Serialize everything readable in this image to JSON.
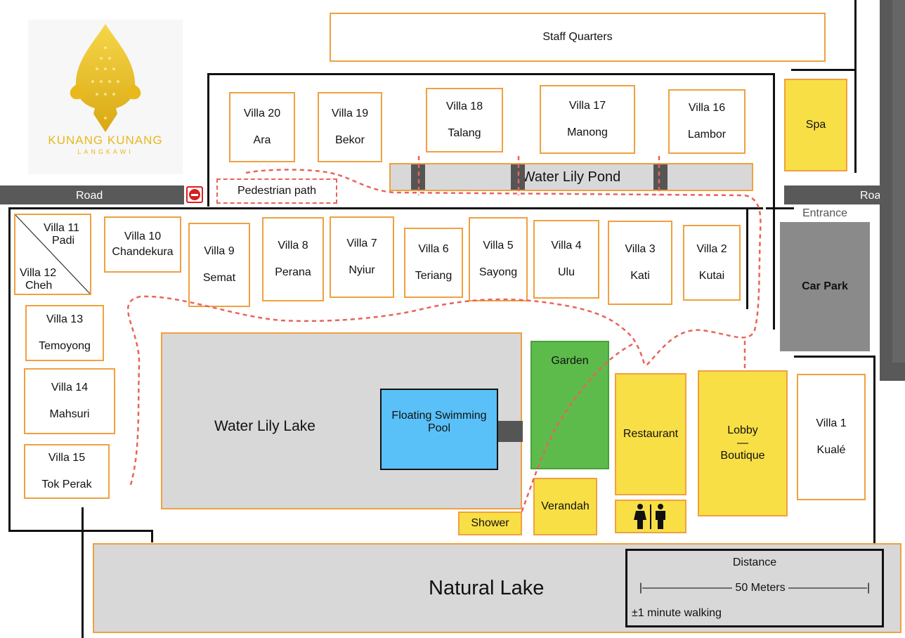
{
  "logo": {
    "name": "KUNANG KUNANG",
    "tagline": "LANGKAWI"
  },
  "buildings": {
    "staff_quarters": "Staff Quarters",
    "spa": "Spa",
    "entrance": "Entrance",
    "car_park": "Car Park",
    "garden": "Garden",
    "restaurant": "Restaurant",
    "lobby": "Lobby",
    "lobby_dash": "—",
    "boutique": "Boutique",
    "verandah": "Verandah",
    "shower": "Shower",
    "floating_pool": "Floating Swimming Pool",
    "water_lily_pond": "Water Lily Pond",
    "water_lily_lake": "Water Lily Lake",
    "natural_lake": "Natural Lake",
    "pedestrian_path": "Pedestrian path"
  },
  "roads": {
    "left": "Road",
    "right": "Road"
  },
  "villas": {
    "v1": {
      "name": "Villa 1",
      "sub": "Kualé"
    },
    "v2": {
      "name": "Villa 2",
      "sub": "Kutai"
    },
    "v3": {
      "name": "Villa 3",
      "sub": "Kati"
    },
    "v4": {
      "name": "Villa 4",
      "sub": "Ulu"
    },
    "v5": {
      "name": "Villa 5",
      "sub": "Sayong"
    },
    "v6": {
      "name": "Villa 6",
      "sub": "Teriang"
    },
    "v7": {
      "name": "Villa 7",
      "sub": "Nyiur"
    },
    "v8": {
      "name": "Villa 8",
      "sub": "Perana"
    },
    "v9": {
      "name": "Villa 9",
      "sub": "Semat"
    },
    "v10": {
      "name": "Villa 10",
      "sub": "Chandekura"
    },
    "v11": {
      "name": "Villa 11",
      "sub": "Padi"
    },
    "v12": {
      "name": "Villa 12",
      "sub": "Cheh"
    },
    "v13": {
      "name": "Villa 13",
      "sub": "Temoyong"
    },
    "v14": {
      "name": "Villa 14",
      "sub": "Mahsuri"
    },
    "v15": {
      "name": "Villa 15",
      "sub": "Tok Perak"
    },
    "v16": {
      "name": "Villa 16",
      "sub": "Lambor"
    },
    "v17": {
      "name": "Villa 17",
      "sub": "Manong"
    },
    "v18": {
      "name": "Villa 18",
      "sub": "Talang"
    },
    "v19": {
      "name": "Villa 19",
      "sub": "Bekor"
    },
    "v20": {
      "name": "Villa 20",
      "sub": "Ara"
    }
  },
  "distance": {
    "title": "Distance",
    "scale_text": "|———————— 50 Meters ———————|",
    "walking": "±1 minute walking"
  },
  "icons": {
    "no_entry": "no-entry-icon",
    "restroom": "restroom-icon",
    "logo": "kunang-kunang-logo"
  },
  "colors": {
    "outline": "#f0a040",
    "building": "#f8df45",
    "water": "#d8d8d8",
    "pool": "#5ac0f8",
    "garden": "#5dbb4c",
    "road": "#595959",
    "path": "#e8645a",
    "logo_gold": "#e6b81e"
  }
}
